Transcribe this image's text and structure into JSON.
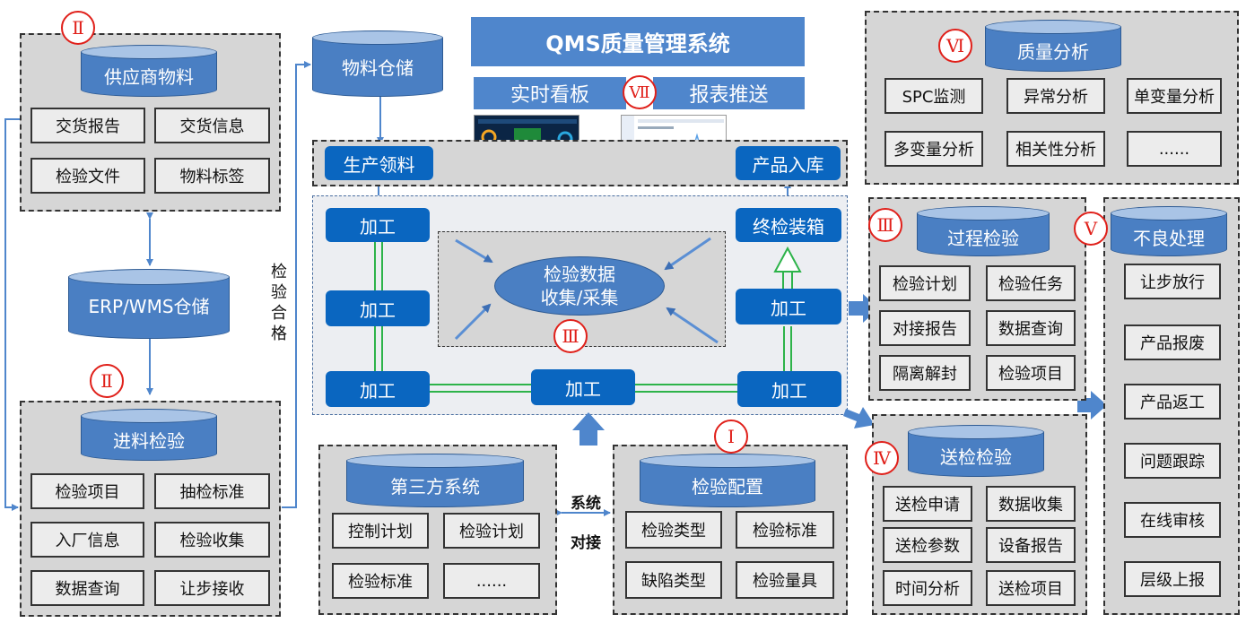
{
  "header": {
    "title": "QMS质量管理系统",
    "realtime_board": "实时看板",
    "report_push": "报表推送",
    "badge": "Ⅶ"
  },
  "supplier": {
    "badge": "Ⅱ",
    "title": "供应商物料",
    "items": [
      "交货报告",
      "交货信息",
      "检验文件",
      "物料标签"
    ]
  },
  "erp": {
    "label": "ERP/WMS仓储"
  },
  "incoming": {
    "badge": "Ⅱ",
    "title": "进料检验",
    "items": [
      "检验项目",
      "抽检标准",
      "入厂信息",
      "检验收集",
      "数据查询",
      "让步接收"
    ]
  },
  "inspection_pass": {
    "label": "检验合格",
    "chars": [
      "检",
      "验",
      "合",
      "格"
    ]
  },
  "material_storage": {
    "label": "物料仓储"
  },
  "production": {
    "pick": "生产领料",
    "stock_in": "产品入库",
    "process": "加工",
    "final_pack": "终检装箱",
    "collect_line1": "检验数据",
    "collect_line2": "收集/采集",
    "collect_badge": "Ⅲ"
  },
  "third_party": {
    "title": "第三方系统",
    "items": [
      "控制计划",
      "检验计划",
      "检验标准",
      "......"
    ]
  },
  "system_link": {
    "line1": "系统",
    "line2": "对接"
  },
  "config": {
    "badge": "Ⅰ",
    "title": "检验配置",
    "items": [
      "检验类型",
      "检验标准",
      "缺陷类型",
      "检验量具"
    ]
  },
  "quality_analysis": {
    "badge": "Ⅵ",
    "title": "质量分析",
    "items": [
      "SPC监测",
      "异常分析",
      "单变量分析",
      "多变量分析",
      "相关性分析",
      "......"
    ]
  },
  "process_inspection": {
    "badge": "Ⅲ",
    "title": "过程检验",
    "items": [
      "检验计划",
      "检验任务",
      "对接报告",
      "数据查询",
      "隔离解封",
      "检验项目"
    ]
  },
  "defect": {
    "badge": "Ⅴ",
    "title": "不良处理",
    "items": [
      "让步放行",
      "产品报废",
      "产品返工",
      "问题跟踪",
      "在线审核",
      "层级上报"
    ]
  },
  "send_inspection": {
    "badge": "Ⅳ",
    "title": "送检检验",
    "items": [
      "送检申请",
      "数据收集",
      "送检参数",
      "设备报告",
      "时间分析",
      "送检项目"
    ]
  },
  "colors": {
    "panel_gray": "#d6d6d6",
    "cylinder_blue": "#4a7fc3",
    "button_blue": "#0a66c0",
    "badge_red": "#e0201a",
    "flow_green": "#2db34a"
  }
}
